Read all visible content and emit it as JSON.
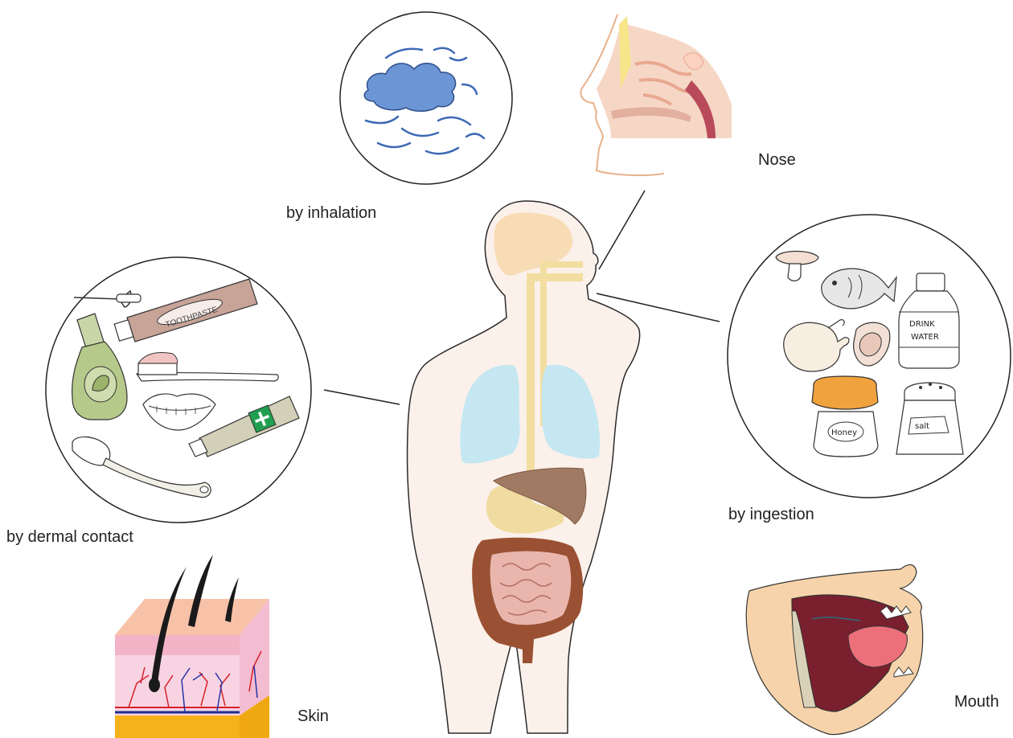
{
  "labels": {
    "inhalation": "by inhalation",
    "nose": "Nose",
    "ingestion": "by ingestion",
    "dermal": "by dermal contact",
    "skin": "Skin",
    "mouth": "Mouth"
  },
  "item_text": {
    "toothpaste": "TOOTHPASTE",
    "drink": "DRINK",
    "water": "WATER",
    "honey": "Honey",
    "salt": "salt"
  },
  "colors": {
    "body": "#fbf0ea",
    "lungs": "#c5e7f2",
    "brain": "#f8dcb5",
    "trachea": "#f2dea0",
    "liver": "#a07a63",
    "stomach": "#f0dca0",
    "large_intestine": "#9a5133",
    "small_intestine": "#e9b5ad",
    "cloud_blue": "#4b78c2"
  }
}
